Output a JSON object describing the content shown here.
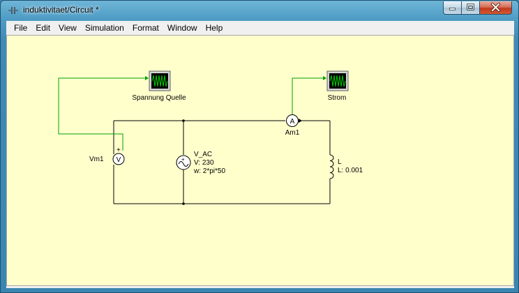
{
  "window": {
    "title": "induktivitaet/Circuit *",
    "icon": "circuit-app-icon",
    "caption_buttons": [
      "minimize-icon",
      "maximize-icon",
      "close-icon"
    ]
  },
  "menubar": {
    "items": [
      "File",
      "Edit",
      "View",
      "Simulation",
      "Format",
      "Window",
      "Help"
    ]
  },
  "circuit": {
    "scope_voltage": {
      "label": "Spannung Quelle",
      "icon": "oscilloscope-icon"
    },
    "scope_current": {
      "label": "Strom",
      "icon": "oscilloscope-icon"
    },
    "voltmeter": {
      "name": "Vm1",
      "symbol": "V",
      "plus_sign": "+"
    },
    "ammeter": {
      "name": "Am1",
      "symbol": "A"
    },
    "source": {
      "name": "V_AC",
      "param_v": "V: 230",
      "param_w": "w: 2*pi*50",
      "plus_sign": "+"
    },
    "inductor": {
      "name": "L",
      "param_l": "L: 0.001"
    },
    "colors": {
      "canvas": "#ffffcc",
      "wire": "#000000",
      "signal_wire": "#00a000",
      "scope_screen": "#000000",
      "scope_trace": "#00d000"
    }
  }
}
